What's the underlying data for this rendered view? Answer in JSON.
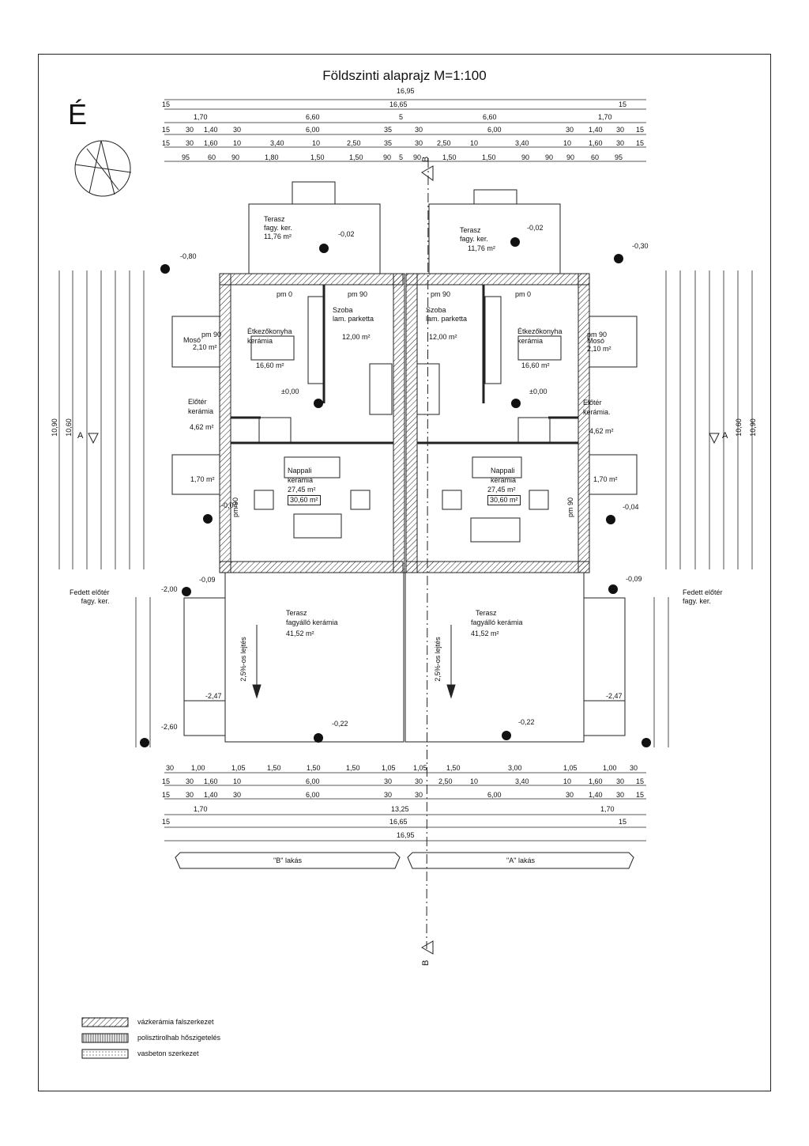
{
  "title": "Földszinti alaprajz  M=1:100",
  "north_label": "É",
  "dims_top": {
    "row1": [
      "16,95"
    ],
    "row2": [
      "15",
      "16,65",
      "15"
    ],
    "row3": [
      "1,70",
      "6,60",
      "5",
      "6,60",
      "1,70"
    ],
    "row4": [
      "15",
      "30",
      "1,40",
      "30",
      "6,00",
      "35",
      "30",
      "6,00",
      "30",
      "1,40",
      "30",
      "15"
    ],
    "row5": [
      "15",
      "30",
      "1,60",
      "10",
      "3,40",
      "10",
      "2,50",
      "35",
      "30",
      "2,50",
      "10",
      "3,40",
      "10",
      "1,60",
      "30",
      "15"
    ],
    "row6": [
      "95",
      "60",
      "90",
      "1,80",
      "1,50",
      "1,50",
      "90",
      "5",
      "90",
      "1,50",
      "1,50",
      "90",
      "90",
      "90",
      "60",
      "95"
    ]
  },
  "dims_bottom": {
    "row1": [
      "30",
      "1,00",
      "1,05",
      "1,50",
      "1,50",
      "1,50",
      "1,05",
      "1,05",
      "1,50",
      "3,00",
      "1,05",
      "1,00",
      "30"
    ],
    "row2": [
      "15",
      "30",
      "1,60",
      "10",
      "6,00",
      "30",
      "30",
      "2,50",
      "10",
      "3,40",
      "10",
      "1,60",
      "30",
      "15"
    ],
    "row3": [
      "15",
      "30",
      "1,40",
      "30",
      "6,00",
      "30",
      "30",
      "6,00",
      "30",
      "1,40",
      "30",
      "15"
    ],
    "row4": [
      "1,70",
      "13,25",
      "1,70"
    ],
    "row5": [
      "15",
      "16,65",
      "15"
    ],
    "row6": [
      "16,95"
    ]
  },
  "side_dims": {
    "left_total": "10,90",
    "left_inner": "10,60",
    "right_total": "10,90",
    "right_inner": "10,60"
  },
  "rooms": {
    "terrace_top_b": {
      "name": "Terasz",
      "material": "fagy.  ker.",
      "area": "11,76 m²",
      "level": "-0,02"
    },
    "terrace_top_a": {
      "name": "Terasz",
      "material": "fagy.  ker.",
      "area": "11,76 m²",
      "level": "-0,02"
    },
    "kitchen_b": {
      "name": "Étkezőkonyha",
      "material": "kerámia",
      "area": "16,60 m²"
    },
    "kitchen_a": {
      "name": "Étkezőkonyha",
      "material": "kerámia",
      "area": "16,60 m²"
    },
    "room_b": {
      "name": "Szoba",
      "material": "lam. parketta",
      "area": "12,00 m²"
    },
    "room_a": {
      "name": "Szoba",
      "material": "lam. parketta",
      "area": "12,00 m²"
    },
    "laundry_b": {
      "name": "Mosó",
      "area": "2,10 m²"
    },
    "laundry_a": {
      "name": "Mosó",
      "area": "2,10 m²"
    },
    "hall_b": {
      "name": "Előtér",
      "material": "kerámia",
      "area": "4,62 m²"
    },
    "hall_a": {
      "name": "Előtér",
      "material": "kerámia.",
      "area": "4,62 m²"
    },
    "living_b": {
      "name": "Nappali",
      "material": "kerámia",
      "area": "27,45 m²",
      "area2": "30,60 m²"
    },
    "living_a": {
      "name": "Nappali",
      "material": "kerámia",
      "area": "27,45 m²",
      "area2": "30,60 m²"
    },
    "wc_b": {
      "area": "1,70 m²"
    },
    "wc_a": {
      "area": "1,70 m²"
    },
    "terrace_b": {
      "name": "Terasz",
      "material": "fagyálló kerámia",
      "area": "41,52 m²",
      "slope": "2,5%-os lejtés",
      "level": "-0,22"
    },
    "terrace_a": {
      "name": "Terasz",
      "material": "fagyálló kerámia",
      "area": "41,52 m²",
      "slope": "2,5%-os lejtés",
      "level": "-0,22"
    }
  },
  "levels": {
    "ground_b": "±0,00",
    "ground_a": "±0,00",
    "nw": "-0,80",
    "ne": "-0,30",
    "stair_b_top": "-0,09",
    "stair_a_top": "-0,09",
    "stair_b_low": "-2,00",
    "stair_b_mid": "-2,47",
    "stair_b_bot": "-2,60",
    "stair_a_mid": "-2,47",
    "wc_b_level": "-0,04",
    "wc_a_level": "-0,04"
  },
  "pm_labels": [
    "pm 0",
    "pm 90",
    "pm 90",
    "pm 0",
    "pm 90",
    "pm 90",
    "pm 90",
    "pm 90"
  ],
  "covered_entrance": {
    "left": "Fedett előtér\nfagy. ker.",
    "right": "Fedett előtér\nfagy. ker."
  },
  "section_labels": {
    "a_left": "A",
    "a_right": "A",
    "b_top": "B",
    "b_bottom": "B"
  },
  "unit_tags": {
    "left": "\"B\" lakás",
    "right": "\"A\" lakás"
  },
  "legend": [
    {
      "label": "vázkerámia falszerkezet",
      "pattern": "diagonal"
    },
    {
      "label": "polisztirolhab hőszigetelés",
      "pattern": "vertical"
    },
    {
      "label": "vasbeton szerkezet",
      "pattern": "dots"
    }
  ]
}
